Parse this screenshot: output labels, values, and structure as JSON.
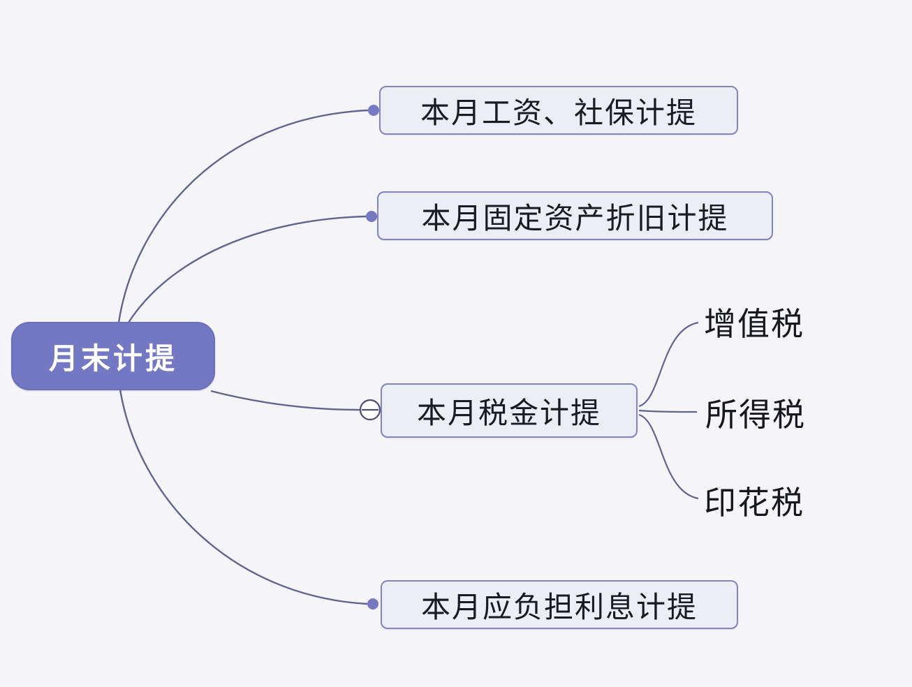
{
  "app": {
    "type": "mindmap-canvas"
  },
  "colors": {
    "canvas_background": "#f5f5f9",
    "root_fill": "#7477c2",
    "root_text": "#ffffff",
    "branch_fill": "#ecedf5",
    "branch_border": "#8285bd",
    "branch_text": "#181b26",
    "connector_line": "#60648e",
    "connection_dot": "#7678c2",
    "collapse_circle_stroke": "#4c4f6e"
  },
  "mindmap": {
    "root": {
      "label": "月末计提"
    },
    "branches": [
      {
        "label": "本月工资、社保计提"
      },
      {
        "label": "本月固定资产折旧计提"
      },
      {
        "label": "本月税金计提",
        "collapse_icon": "minus-circle",
        "collapsed": false,
        "children": [
          {
            "label": "增值税"
          },
          {
            "label": "所得税"
          },
          {
            "label": "印花税"
          }
        ]
      },
      {
        "label": "本月应负担利息计提"
      }
    ]
  }
}
